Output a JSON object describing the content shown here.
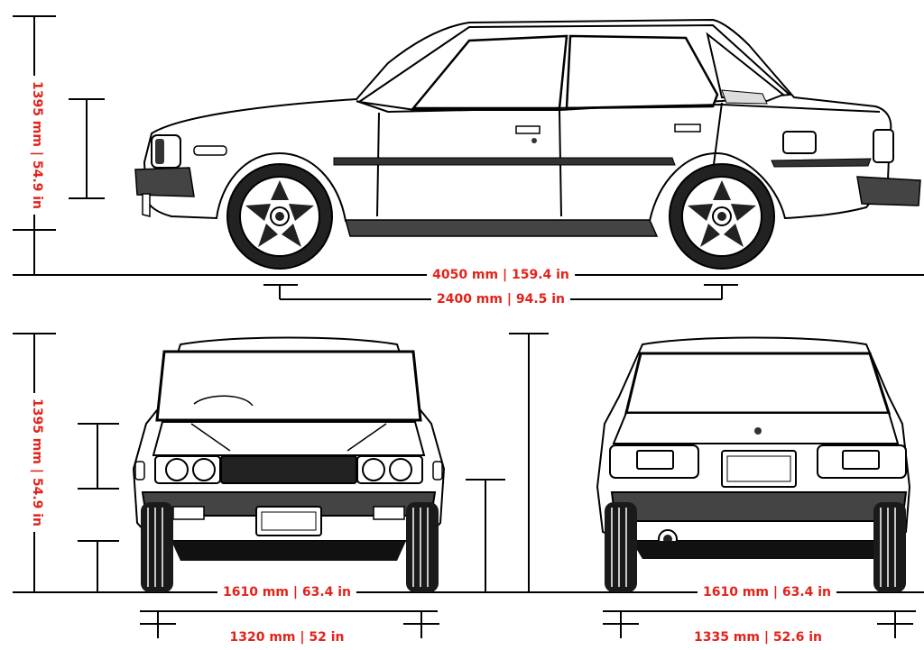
{
  "colors": {
    "line": "#000000",
    "dimension_text": "#e2231a",
    "dark_panel": "#333333",
    "background": "#ffffff"
  },
  "side_view": {
    "height_label": "1395 mm | 54.9 in",
    "length_label": "4050 mm | 159.4 in",
    "wheelbase_label": "2400 mm | 94.5 in"
  },
  "front_view": {
    "height_label": "1395 mm | 54.9 in",
    "width_label": "1610 mm | 63.4 in",
    "track_label": "1320 mm | 52 in"
  },
  "rear_view": {
    "width_label": "1610 mm | 63.4 in",
    "track_label": "1335 mm | 52.6 in"
  }
}
